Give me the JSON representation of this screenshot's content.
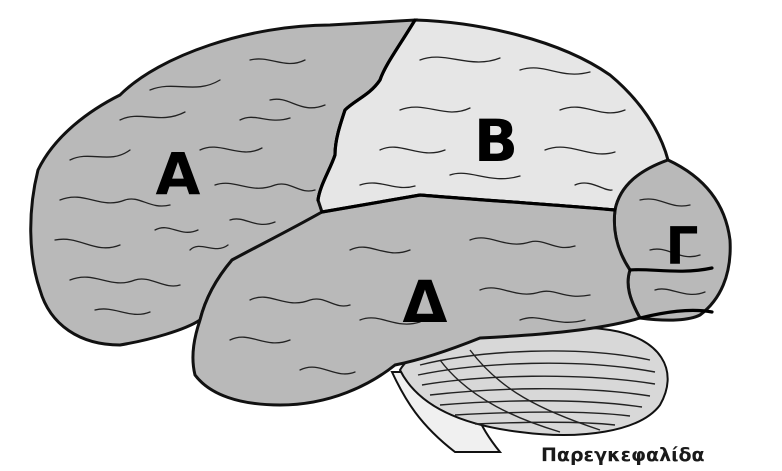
{
  "labels": {
    "frontal": "Α",
    "parietal": "Β",
    "occipital": "Γ",
    "temporal": "Δ",
    "cerebellum": "Παρεγκεφαλίδα"
  },
  "colors": {
    "lobe_gray": "#b9b9b9",
    "lobe_light": "#e6e6e6",
    "outline": "#111111",
    "cerebellum": "#d8d8d8"
  }
}
